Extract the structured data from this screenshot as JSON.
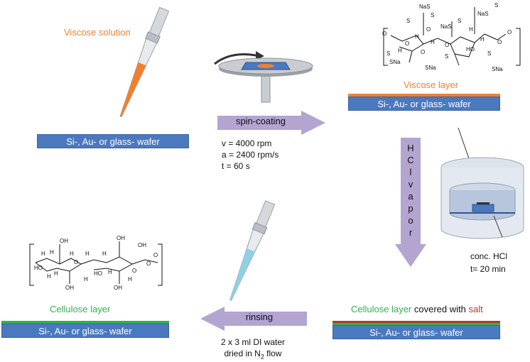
{
  "colors": {
    "wafer": "#4a79c0",
    "viscose": "#f08030",
    "cellulose": "#2db34a",
    "salt": "#b43a2a",
    "arrow": "#b3a4d0"
  },
  "step1": {
    "label": "Viscose solution",
    "wafer": "Si-, Au- or glass- wafer"
  },
  "spin": {
    "label": "spin-coating",
    "params": [
      "v = 4000 rpm",
      "a = 2400 rpm/s",
      "t = 60 s"
    ]
  },
  "step2": {
    "label": "Viscose layer",
    "wafer": "Si-, Au- or glass- wafer",
    "structure_labels": [
      "NaS",
      "S",
      "O",
      "NaS",
      "S",
      "S",
      "O",
      "H",
      "H",
      "O",
      "O",
      "H",
      "O",
      "O",
      "H",
      "HO",
      "H",
      "S",
      "O",
      "S",
      "S",
      "SNa",
      "SNa",
      "SNa",
      "NaS",
      "S"
    ]
  },
  "hcl": {
    "letters": [
      "H",
      "C",
      "l",
      "v",
      "a",
      "p",
      "o",
      "r"
    ],
    "note1": "conc. HCl",
    "note2": "t= 20 min"
  },
  "step3": {
    "label_cellulose": "Cellulose layer",
    "label_covered": " covered with ",
    "label_salt": "salt",
    "wafer": "Si-, Au- or glass- wafer"
  },
  "rinse": {
    "label": "rinsing",
    "line1": "2 x 3 ml  DI water",
    "line2_prefix": "dried in N",
    "line2_sub": "2",
    "line2_suffix": " flow"
  },
  "step4": {
    "label": "Cellulose layer",
    "wafer": "Si-, Au- or glass- wafer",
    "structure_labels": [
      "OH",
      "OH",
      "H",
      "H",
      "O",
      "HO",
      "H",
      "H",
      "H",
      "H",
      "O",
      "O",
      "H",
      "HO",
      "OH",
      "H",
      "O",
      "H",
      "OH",
      "OH",
      "H"
    ]
  }
}
